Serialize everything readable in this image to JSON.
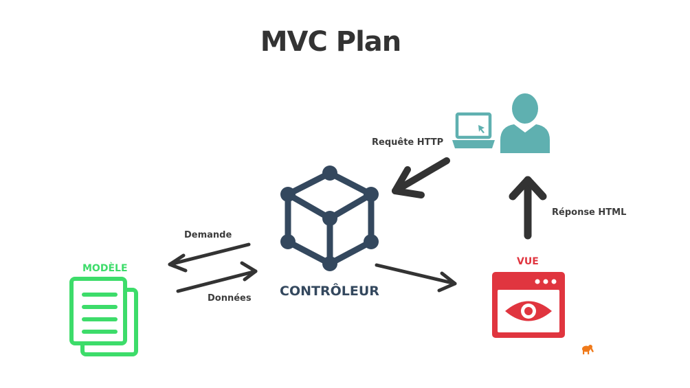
{
  "title": "MVC Plan",
  "nodes": {
    "model": {
      "label": "MODÈLE",
      "color": "#3ddc6a"
    },
    "controller": {
      "label": "CONTRÔLEUR",
      "color": "#34485e"
    },
    "view": {
      "label": "VUE",
      "color": "#e0353f"
    },
    "user": {
      "color": "#5fb0b0"
    }
  },
  "edges": {
    "http_request": "Requête HTTP",
    "html_response": "Réponse HTML",
    "request": "Demande",
    "data": "Données"
  },
  "colors": {
    "arrow": "#333333",
    "text": "#3c3c3c",
    "logo": "#f07a1a"
  },
  "icons": {
    "model": "document-stack-icon",
    "controller": "cube-icon",
    "view": "browser-eye-icon",
    "user": "user-icon",
    "laptop": "laptop-icon",
    "logo": "elephant-logo-icon"
  }
}
